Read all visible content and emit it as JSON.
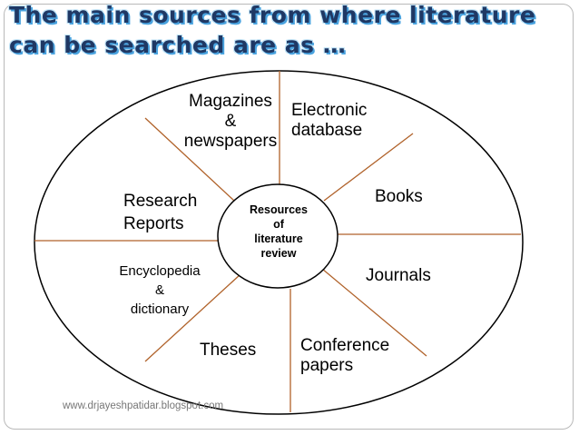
{
  "title": {
    "line1": "The main sources from where literature",
    "line2": "can be searched are as …"
  },
  "diagram": {
    "center": [
      "Resources",
      "of",
      "literature",
      "review"
    ],
    "segments": {
      "magazines": [
        "Magazines",
        "&",
        "newspapers"
      ],
      "electronic": [
        "Electronic",
        "database"
      ],
      "books": [
        "Books"
      ],
      "journals": [
        "Journals"
      ],
      "conference": [
        "Conference",
        "papers"
      ],
      "theses": [
        "Theses"
      ],
      "encyclopedia": [
        "Encyclopedia",
        "&",
        "dictionary"
      ],
      "research": [
        "Research",
        "Reports"
      ]
    }
  },
  "footer": "www.drjayeshpatidar.blogspot.com",
  "colors": {
    "title": "#1f3864",
    "divider_lines": "#b0622a",
    "circle_outline": "#000000"
  }
}
